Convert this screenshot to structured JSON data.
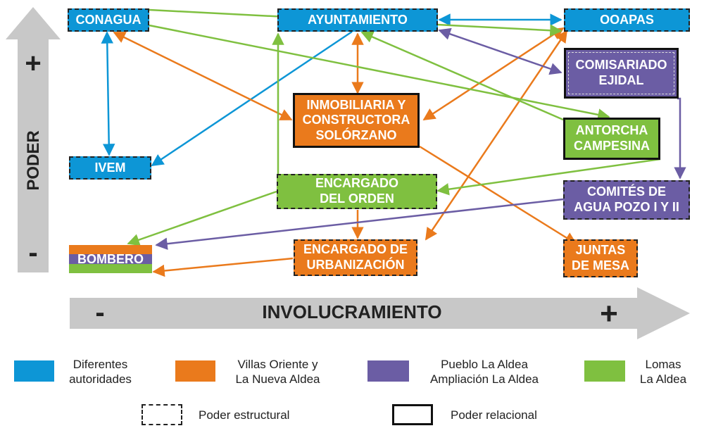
{
  "axes": {
    "y_label": "PODER",
    "y_plus": "+",
    "y_minus": "-",
    "x_label": "INVOLUCRAMIENTO",
    "x_minus": "-",
    "x_plus": "+"
  },
  "nodes": {
    "conagua": "CONAGUA",
    "ayuntamiento": "AYUNTAMIENTO",
    "ooapas": "OOAPAS",
    "comisariado": "COMISARIADO\nEJIDAL",
    "inmobiliaria": "INMOBILIARIA Y\nCONSTRUCTORA\nSOLÓRZANO",
    "antorcha": "ANTORCHA\nCAMPESINA",
    "ivem": "IVEM",
    "encargado_orden": "ENCARGADO\nDEL ORDEN",
    "comites": "COMITÉS DE\nAGUA POZO I Y II",
    "bombero": "BOMBERO",
    "encargado_urbanizacion": "ENCARGADO DE\nURBANIZACIÓN",
    "juntas": "JUNTAS\nDE MESA"
  },
  "legend": {
    "blue": "Diferentes\nautoridades",
    "orange": "Villas Oriente y\nLa Nueva Aldea",
    "purple": "Pueblo La Aldea\nAmpliación La Aldea",
    "green": "Lomas\nLa Aldea",
    "structural": "Poder estructural",
    "relational": "Poder relacional"
  },
  "colors": {
    "blue": "#0d96d6",
    "orange": "#ea7a1c",
    "purple": "#6b5da4",
    "green": "#7fc040",
    "arrow_gray": "#c8c8c8"
  }
}
